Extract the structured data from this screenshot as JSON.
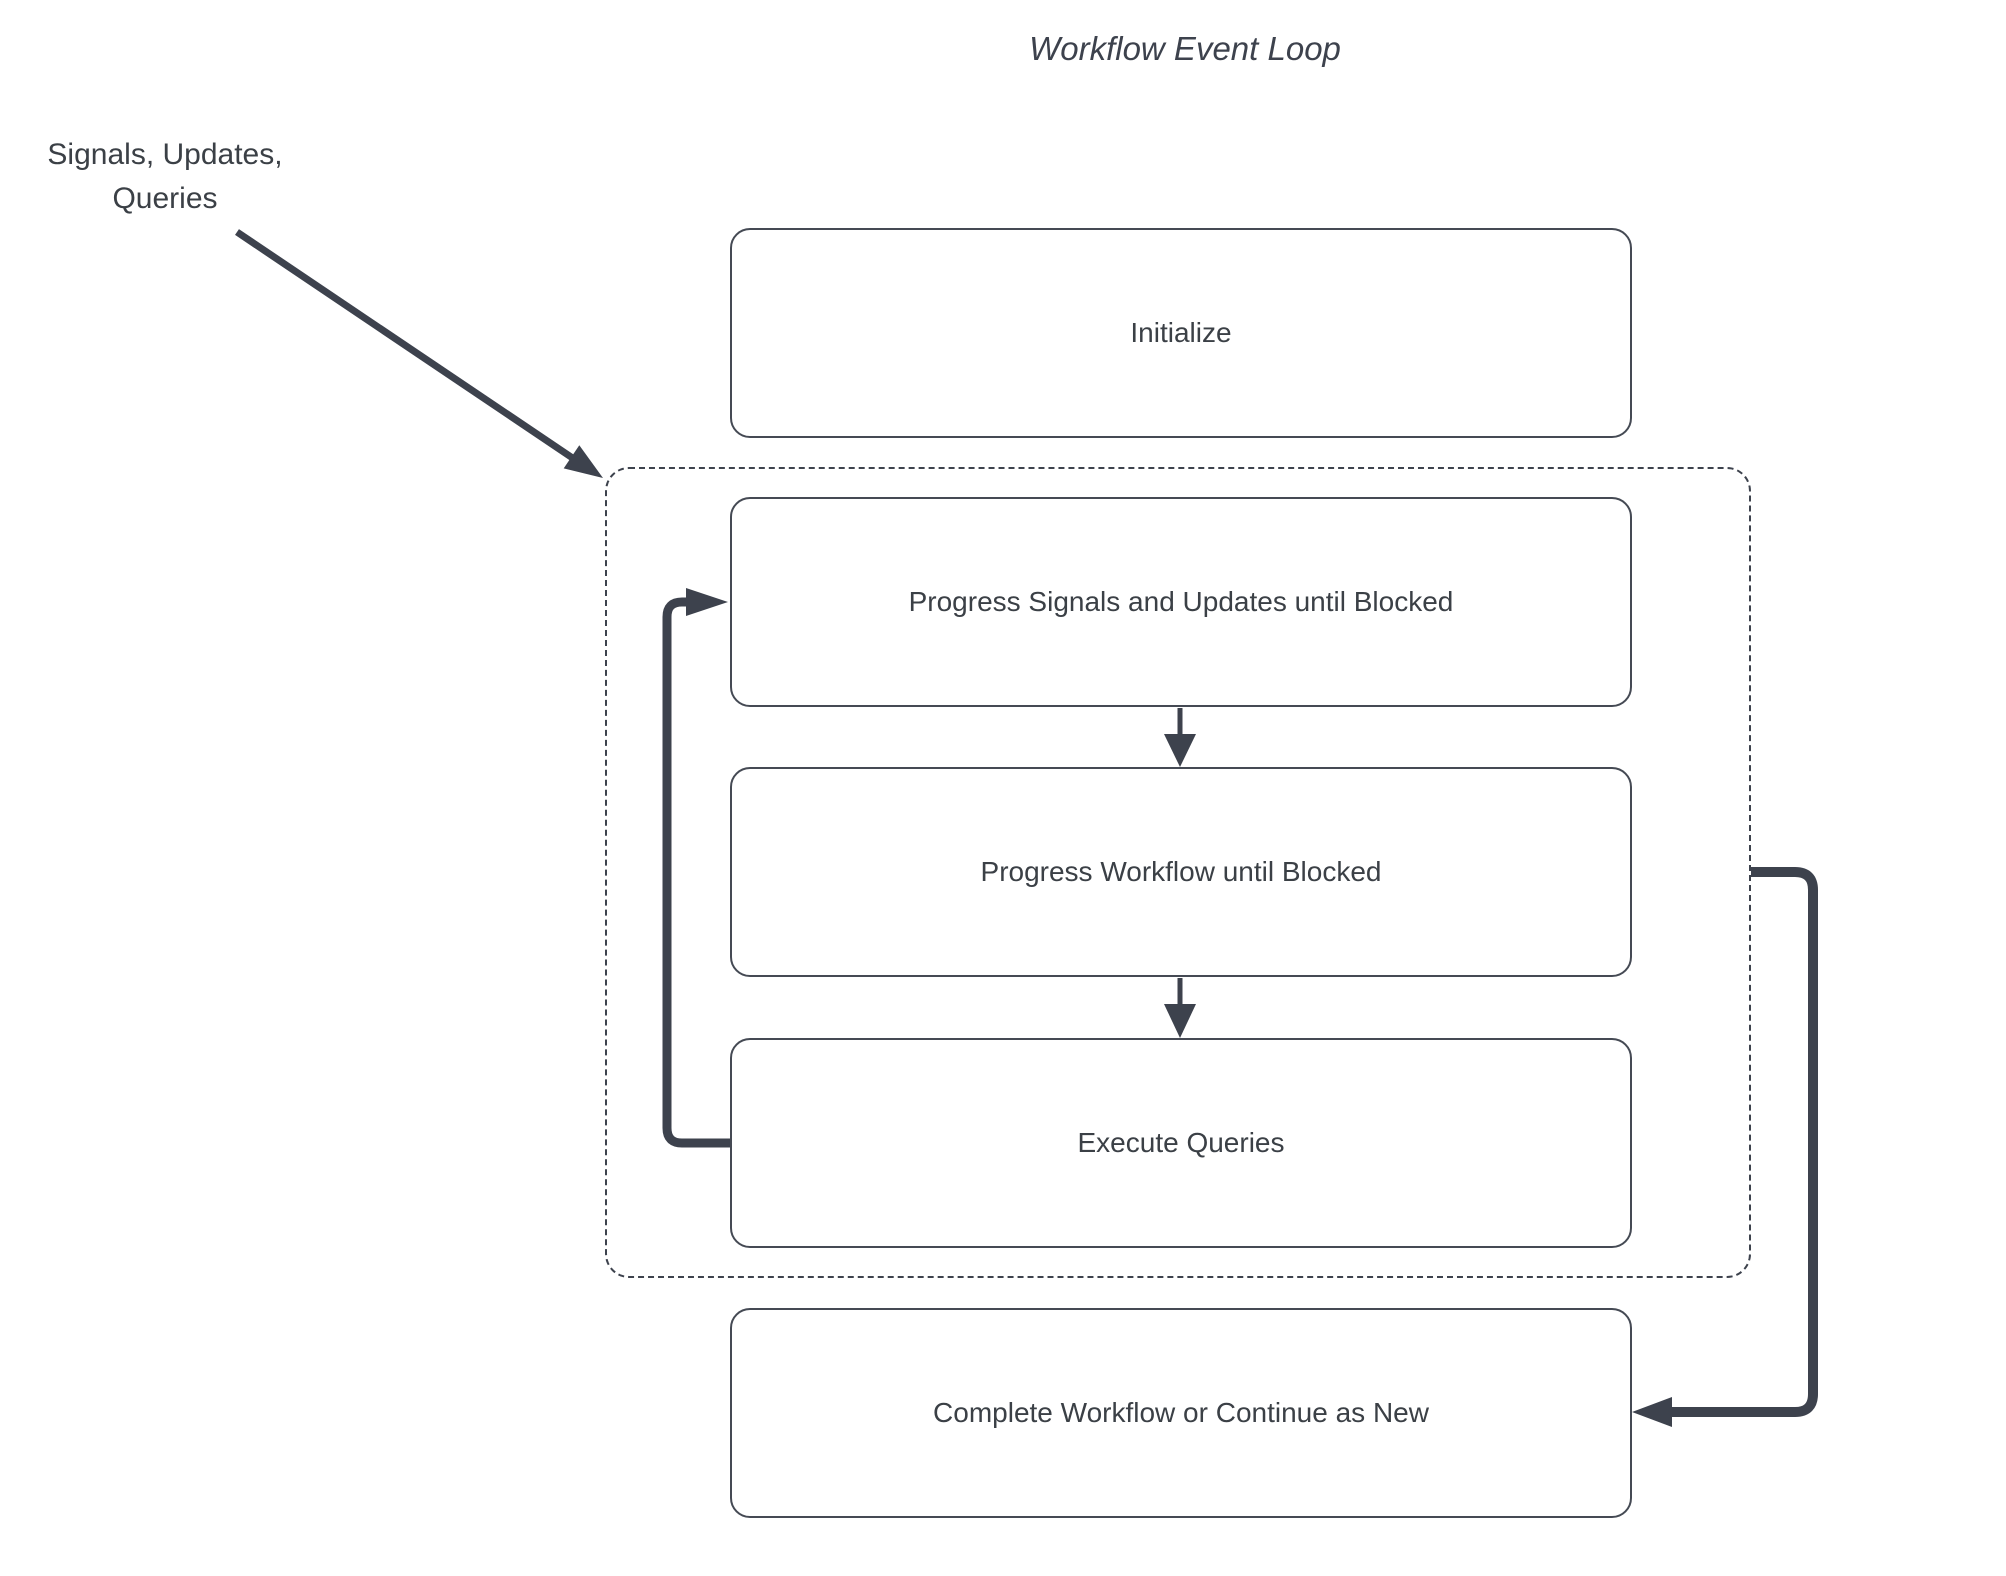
{
  "title": "Workflow Event Loop",
  "annotations": {
    "signals_label": "Signals, Updates,\nQueries"
  },
  "boxes": {
    "initialize": "Initialize",
    "progress_signals": "Progress Signals and Updates until Blocked",
    "progress_workflow": "Progress Workflow until Blocked",
    "execute_queries": "Execute Queries",
    "complete": "Complete Workflow or Continue as New"
  },
  "colors": {
    "line": "#3d424d",
    "box_border": "#454a54",
    "text": "#3b4046",
    "background": "#ffffff"
  }
}
